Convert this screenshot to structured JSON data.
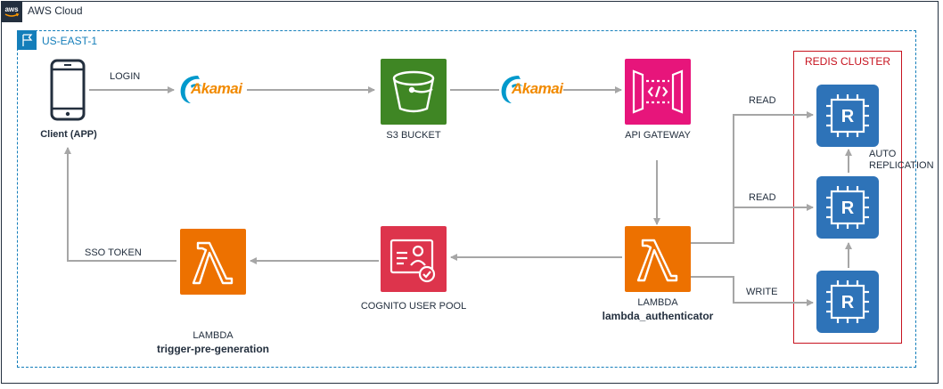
{
  "cloud": {
    "title": "AWS Cloud",
    "badge_icon": "aws-logo-icon"
  },
  "region": {
    "title": "US-EAST-1",
    "badge_icon": "region-flag-icon"
  },
  "redis": {
    "title": "REDIS CLUSTER",
    "replication_label_1": "AUTO",
    "replication_label_2": "REPLICATION",
    "color": "#c7131f"
  },
  "nodes": {
    "client": "Client (APP)",
    "akamai_1": "Akamai",
    "akamai_2": "Akamai",
    "s3": "S3 BUCKET",
    "api_gateway": "API GATEWAY",
    "lambda_auth_type": "LAMBDA",
    "lambda_auth_name": "lambda_authenticator",
    "cognito": "COGNITO USER POOL",
    "lambda_trigger_type": "LAMBDA",
    "lambda_trigger_name": "trigger-pre-generation"
  },
  "edges": {
    "login": "LOGIN",
    "sso_token": "SSO TOKEN",
    "read_1": "READ",
    "read_2": "READ",
    "write": "WRITE"
  },
  "colors": {
    "s3_green": "#3f8624",
    "lambda_orange": "#ed7100",
    "api_pink": "#e7157b",
    "cognito_red": "#dd344c",
    "redis_blue": "#2e73b8",
    "region_blue": "#147eba",
    "arrow_gray": "#a6a6a6"
  }
}
